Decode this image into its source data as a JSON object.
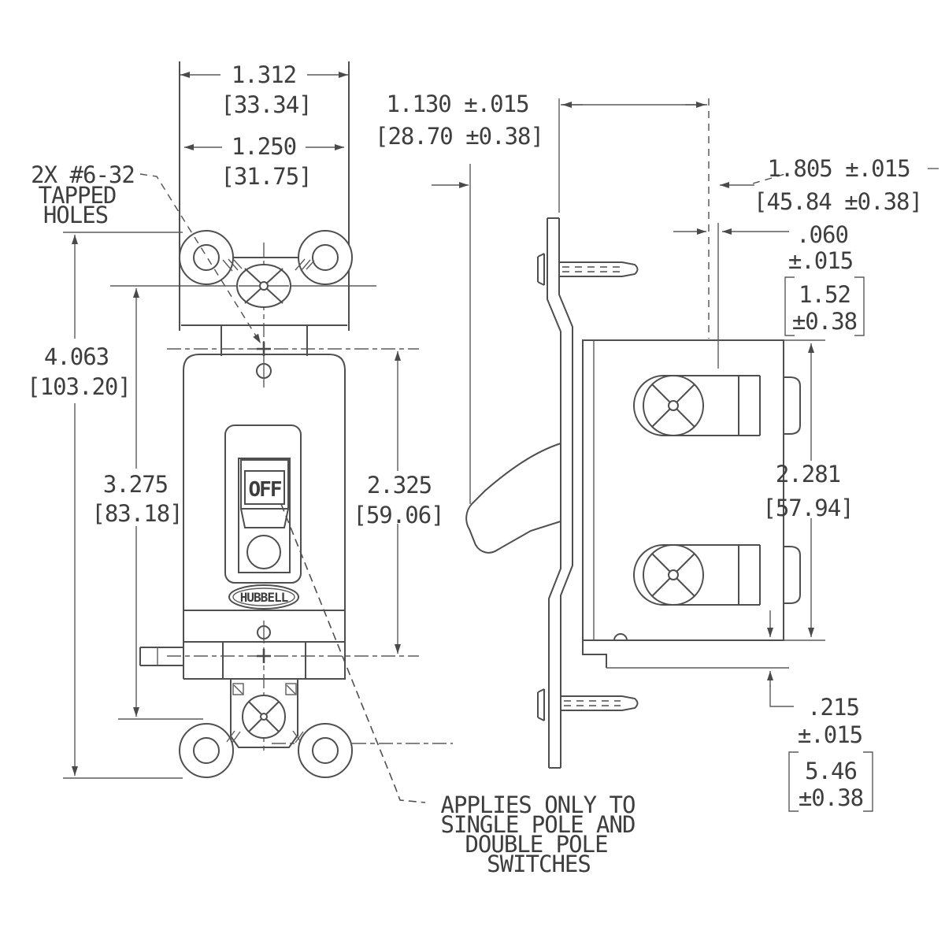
{
  "drawing": {
    "front_view": {
      "switch_label": "OFF",
      "brand": "HUBBELL",
      "dim_width_outer": {
        "in": "1.312",
        "mm": "[33.34]"
      },
      "dim_width_strap": {
        "in": "1.250",
        "mm": "[31.75]"
      },
      "dim_height_overall": {
        "in": "4.063",
        "mm": "[103.20]"
      },
      "dim_mounting_centers": {
        "in": "3.275",
        "mm": "[83.18]"
      },
      "dim_plate_centers": {
        "in": "2.325",
        "mm": "[59.06]"
      },
      "tapped_holes_callout": {
        "line1": "2X #6-32",
        "line2": "TAPPED",
        "line3": "HOLES"
      }
    },
    "side_view": {
      "dim_body_depth": {
        "in": "1.130 ±.015",
        "mm": "[28.70 ±0.38]"
      },
      "dim_overall_depth": {
        "in": "1.805 ±.015",
        "mm": "[45.84 ±0.38]"
      },
      "dim_strap_thickness": {
        "in": ".060",
        "tol": "±.015",
        "mm": "1.52",
        "mm_tol": "±0.38"
      },
      "dim_body_height": {
        "in": "2.281",
        "mm": "[57.94]"
      },
      "dim_strap_offset": {
        "in": ".215",
        "tol": "±.015",
        "mm": "5.46",
        "mm_tol": "±0.38"
      }
    },
    "note": {
      "line1": "APPLIES ONLY TO",
      "line2": "SINGLE POLE AND",
      "line3": "DOUBLE POLE",
      "line4": "SWITCHES"
    },
    "colors": {
      "line": "#4f4f4f",
      "text": "#3e3e3e",
      "background": "#ffffff"
    }
  }
}
